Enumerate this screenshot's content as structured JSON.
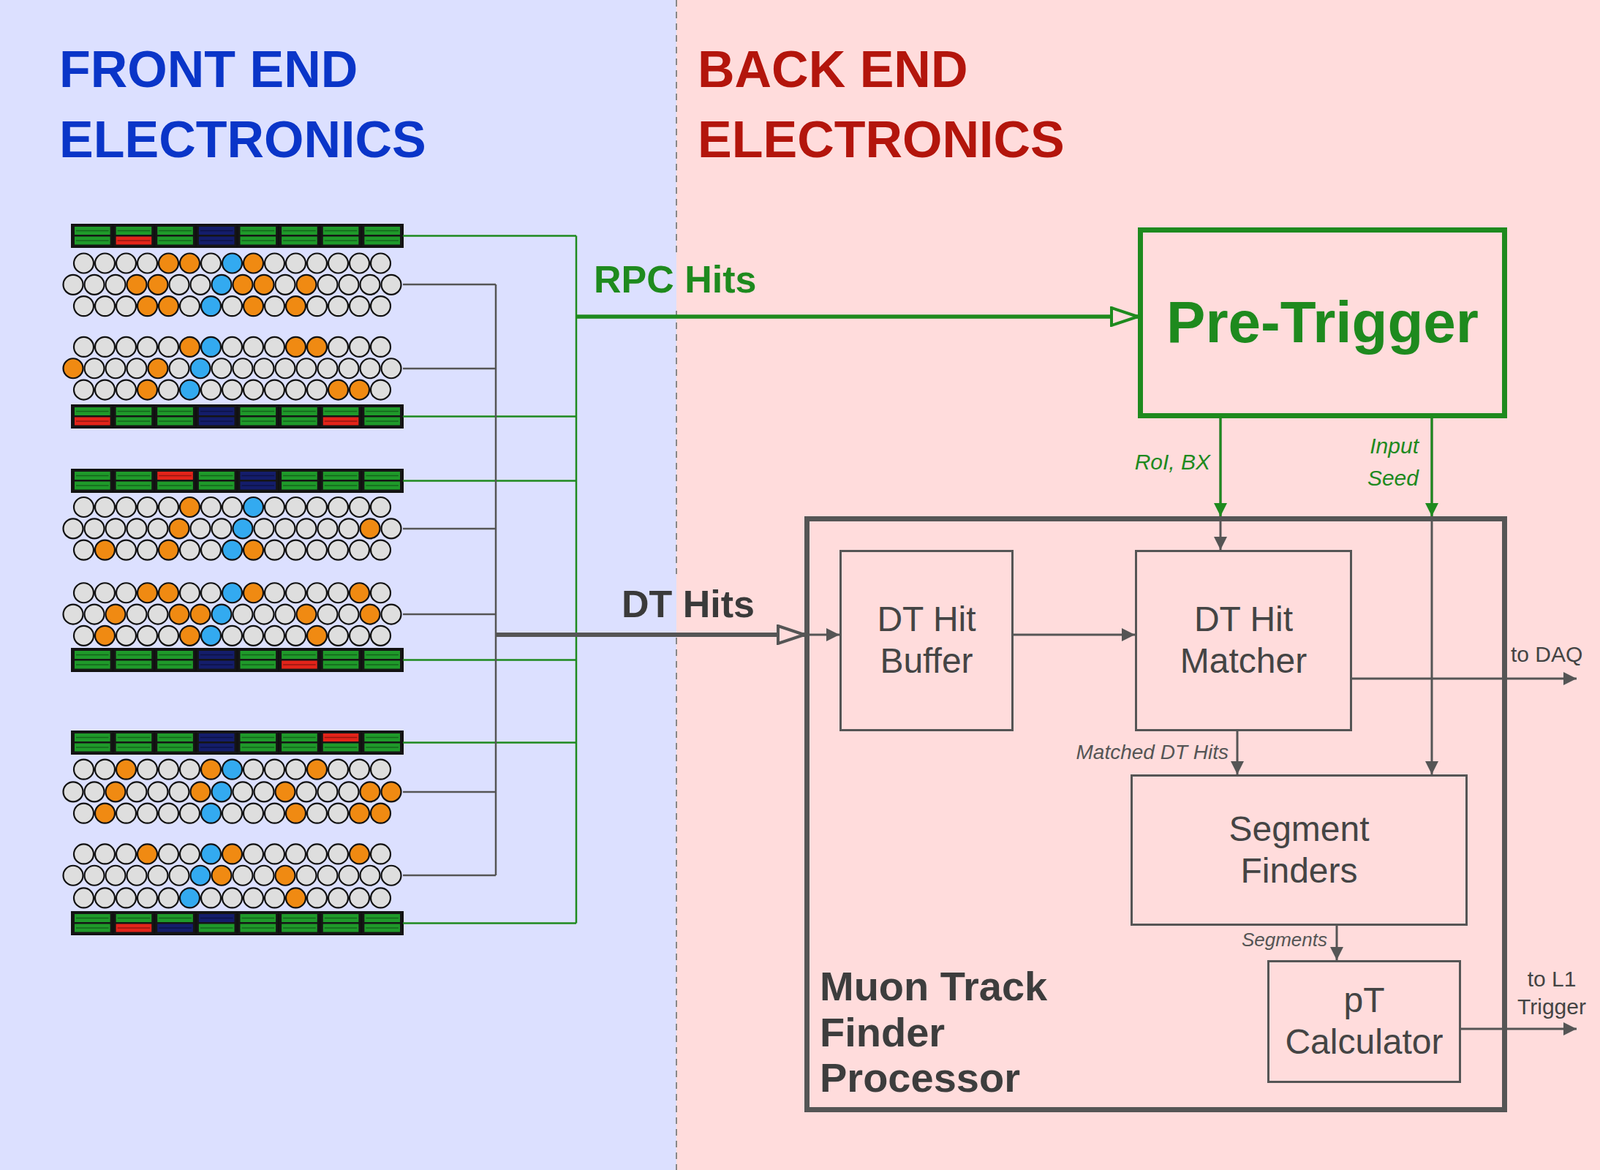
{
  "diagram": {
    "nodes": [
      {
        "text": [
          "Pre-Trigger"
        ]
      },
      {
        "text": [
          "Muon Track Finder Processor"
        ]
      },
      {
        "text": [
          "DT Hit Buffer"
        ],
        "in": 1
      },
      {
        "text": [
          "DT Hit Matcher"
        ],
        "in": 1
      },
      {
        "text": [
          "Segment Finders"
        ],
        "in": 1
      },
      {
        "text": [
          "pT Calculator"
        ],
        "in": 1
      }
    ],
    "edges": [
      {
        "from": 0,
        "to": 3,
        "arrow": "to",
        "label": "RoI, BX"
      },
      {
        "from": 0,
        "to": 4,
        "arrow": "to",
        "label": "Input Seed"
      },
      {
        "from": 2,
        "to": 3,
        "arrow": "to"
      },
      {
        "from": 3,
        "to": 4,
        "arrow": "to",
        "label": "Matched DT Hits"
      },
      {
        "from": 4,
        "to": 5,
        "arrow": "to",
        "label": "Segments"
      }
    ],
    "labels": [
      "FRONT END ELECTRONICS",
      "BACK END ELECTRONICS",
      "RPC Hits",
      "DT Hits",
      "to DAQ",
      "to L1 Trigger"
    ]
  }
}
